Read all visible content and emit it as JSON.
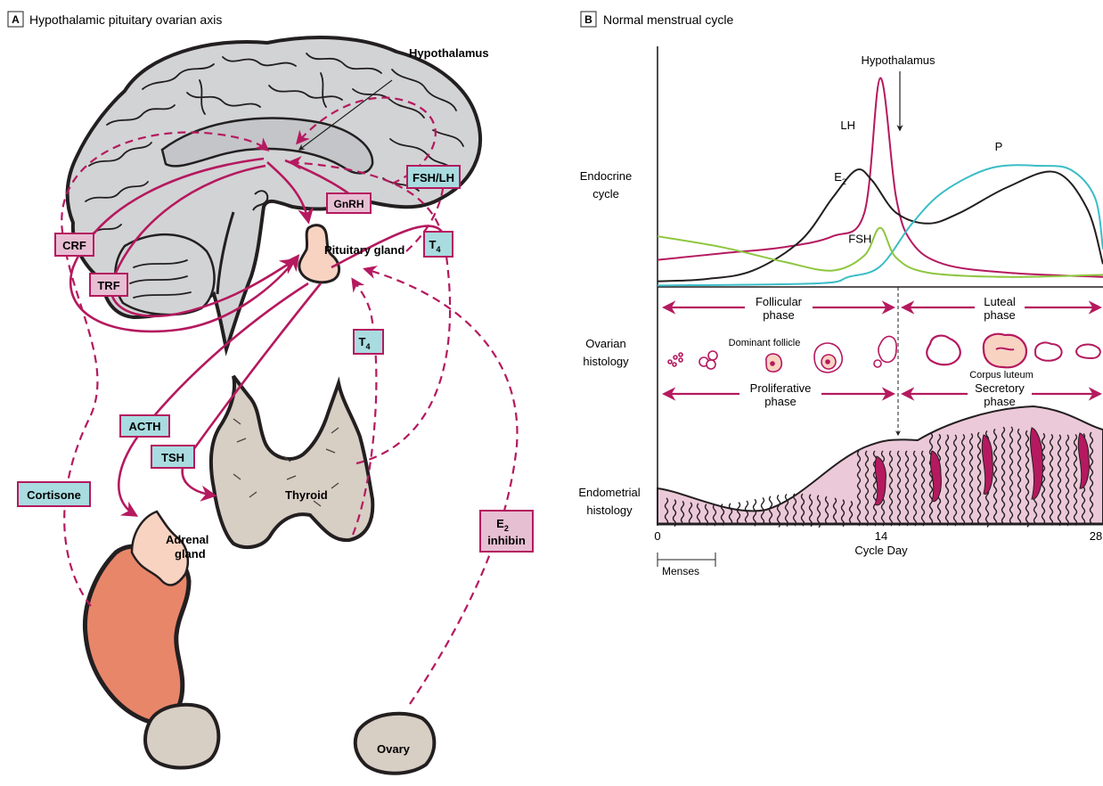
{
  "panel_a": {
    "letter": "A",
    "title": "Hypothalamic pituitary ovarian axis",
    "labels": {
      "hypothalamus": "Hypothalamus",
      "pituitary": "Pituitary gland",
      "thyroid": "Thyroid",
      "adrenal_1": "Adrenal",
      "adrenal_2": "gland",
      "ovary": "Ovary"
    },
    "boxes": {
      "crf": "CRF",
      "trf": "TRF",
      "gnrh": "GnRH",
      "fsh_lh": "FSH/LH",
      "t4_upper": "T",
      "t4_lower": "T",
      "t4_sub": "4",
      "acth": "ACTH",
      "tsh": "TSH",
      "cortisone": "Cortisone",
      "e2": "E",
      "e2_sub": "2",
      "inhibin": "inhibin"
    }
  },
  "panel_b": {
    "letter": "B",
    "title": "Normal menstrual cycle",
    "row_labels": {
      "endocrine_1": "Endocrine",
      "endocrine_2": "cycle",
      "ovarian_1": "Ovarian",
      "ovarian_2": "histology",
      "endometrial_1": "Endometrial",
      "endometrial_2": "histology"
    },
    "annotations": {
      "hypothalamus": "Hypothalamus",
      "dominant_follicle": "Dominant follicle",
      "corpus_luteum": "Corpus luteum",
      "follicular_1": "Follicular",
      "follicular_2": "phase",
      "luteal_1": "Luteal",
      "luteal_2": "phase",
      "proliferative_1": "Proliferative",
      "proliferative_2": "phase",
      "secretory_1": "Secretory",
      "secretory_2": "phase",
      "menses": "Menses"
    },
    "chart_data": {
      "type": "line",
      "xlabel": "Cycle Day",
      "ylabel": "",
      "x_ticks": [
        "0",
        "14",
        "28"
      ],
      "xlim": [
        0,
        28
      ],
      "series": [
        {
          "name": "LH",
          "color": "#b5195f",
          "points": [
            [
              0,
              1.1
            ],
            [
              4,
              1.4
            ],
            [
              8,
              1.7
            ],
            [
              11,
              2.2
            ],
            [
              13,
              3.3
            ],
            [
              14,
              9.6
            ],
            [
              15,
              4.0
            ],
            [
              16,
              1.9
            ],
            [
              18,
              0.9
            ],
            [
              22,
              0.5
            ],
            [
              28,
              0.3
            ]
          ]
        },
        {
          "name": "E",
          "sub": "2",
          "color": "#231f20",
          "points": [
            [
              0,
              0.1
            ],
            [
              3,
              0.2
            ],
            [
              6,
              0.6
            ],
            [
              9,
              2.0
            ],
            [
              11,
              4.0
            ],
            [
              12.5,
              5.3
            ],
            [
              13.5,
              4.8
            ],
            [
              15,
              3.3
            ],
            [
              17,
              2.8
            ],
            [
              19,
              3.3
            ],
            [
              22,
              4.5
            ],
            [
              25,
              5.2
            ],
            [
              27,
              3.5
            ],
            [
              28,
              0.9
            ]
          ]
        },
        {
          "name": "P",
          "color": "#3bbdc7",
          "points": [
            [
              0,
              -0.1
            ],
            [
              10,
              0.0
            ],
            [
              12,
              0.3
            ],
            [
              14,
              0.8
            ],
            [
              16,
              2.8
            ],
            [
              18,
              4.3
            ],
            [
              21,
              5.4
            ],
            [
              24,
              5.5
            ],
            [
              26,
              5.3
            ],
            [
              27.5,
              4.0
            ],
            [
              28,
              1.6
            ]
          ]
        },
        {
          "name": "FSH",
          "color": "#8dc63f",
          "points": [
            [
              0,
              2.2
            ],
            [
              4,
              1.7
            ],
            [
              8,
              1.0
            ],
            [
              11,
              0.6
            ],
            [
              13,
              1.3
            ],
            [
              14,
              2.6
            ],
            [
              15,
              1.2
            ],
            [
              17,
              0.5
            ],
            [
              22,
              0.3
            ],
            [
              28,
              0.4
            ]
          ]
        }
      ]
    }
  },
  "colors": {
    "magenta": "#b5195f",
    "pink_fill": "#e7bfd3",
    "cyan_fill": "#a8dce0",
    "brain": "#d2d3d5",
    "gland": "#d7cec4",
    "kidney": "#e8866a",
    "pituitary": "#f8d3c2",
    "endometrium": "#ecc9d8"
  }
}
